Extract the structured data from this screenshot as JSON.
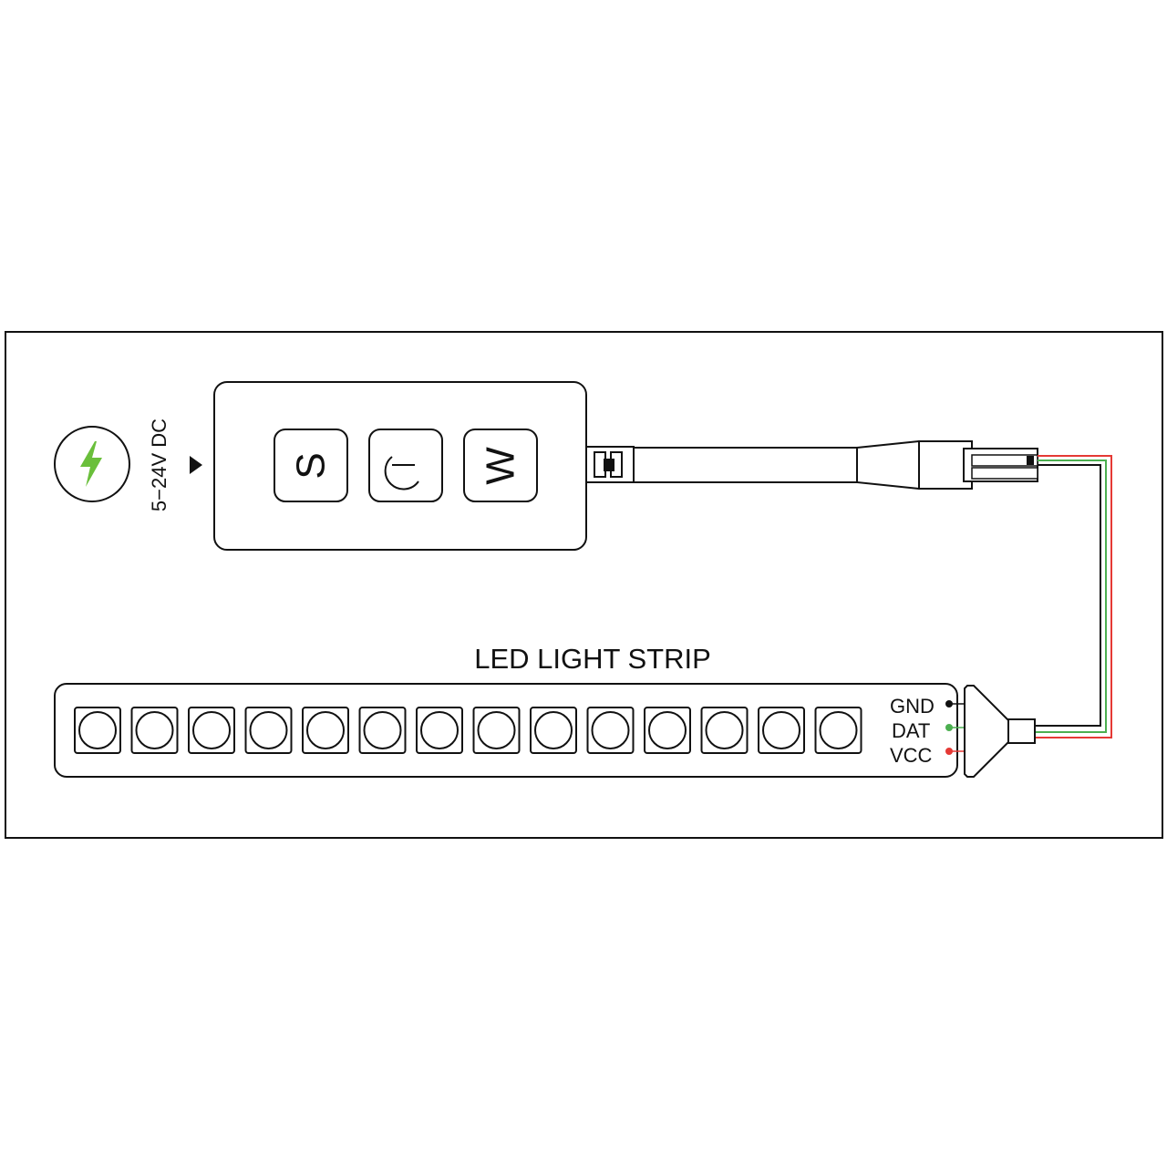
{
  "power": {
    "icon": "lightning-bolt-icon",
    "voltage_label": "5−24V DC",
    "arrow_icon": "triangle-right-icon",
    "bolt_color": "#6abf3b"
  },
  "controller": {
    "buttons": [
      {
        "label": "S",
        "icon": ""
      },
      {
        "label": "",
        "icon": "power-icon"
      },
      {
        "label": "W",
        "icon": ""
      }
    ]
  },
  "strip": {
    "title": "LED LIGHT STRIP",
    "led_count": 14,
    "pins": [
      {
        "label": "GND",
        "color": "#111111"
      },
      {
        "label": "DAT",
        "color": "#4caf50"
      },
      {
        "label": "VCC",
        "color": "#e53935"
      }
    ]
  }
}
